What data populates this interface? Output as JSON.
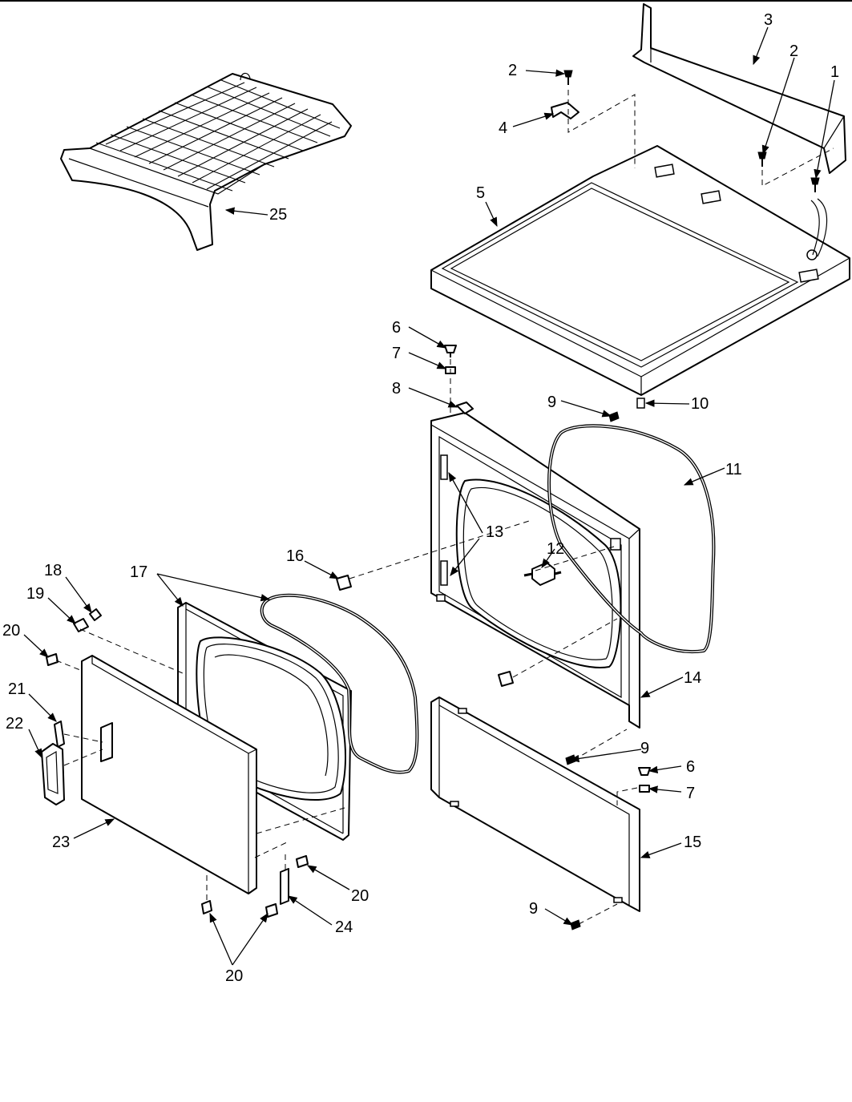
{
  "callouts": [
    "1",
    "2",
    "2",
    "3",
    "4",
    "5",
    "6",
    "7",
    "8",
    "9",
    "10",
    "11",
    "12",
    "13",
    "14",
    "16",
    "17",
    "18",
    "19",
    "20",
    "21",
    "22",
    "23",
    "9",
    "6",
    "7",
    "15",
    "20",
    "24",
    "9",
    "20",
    "25"
  ]
}
